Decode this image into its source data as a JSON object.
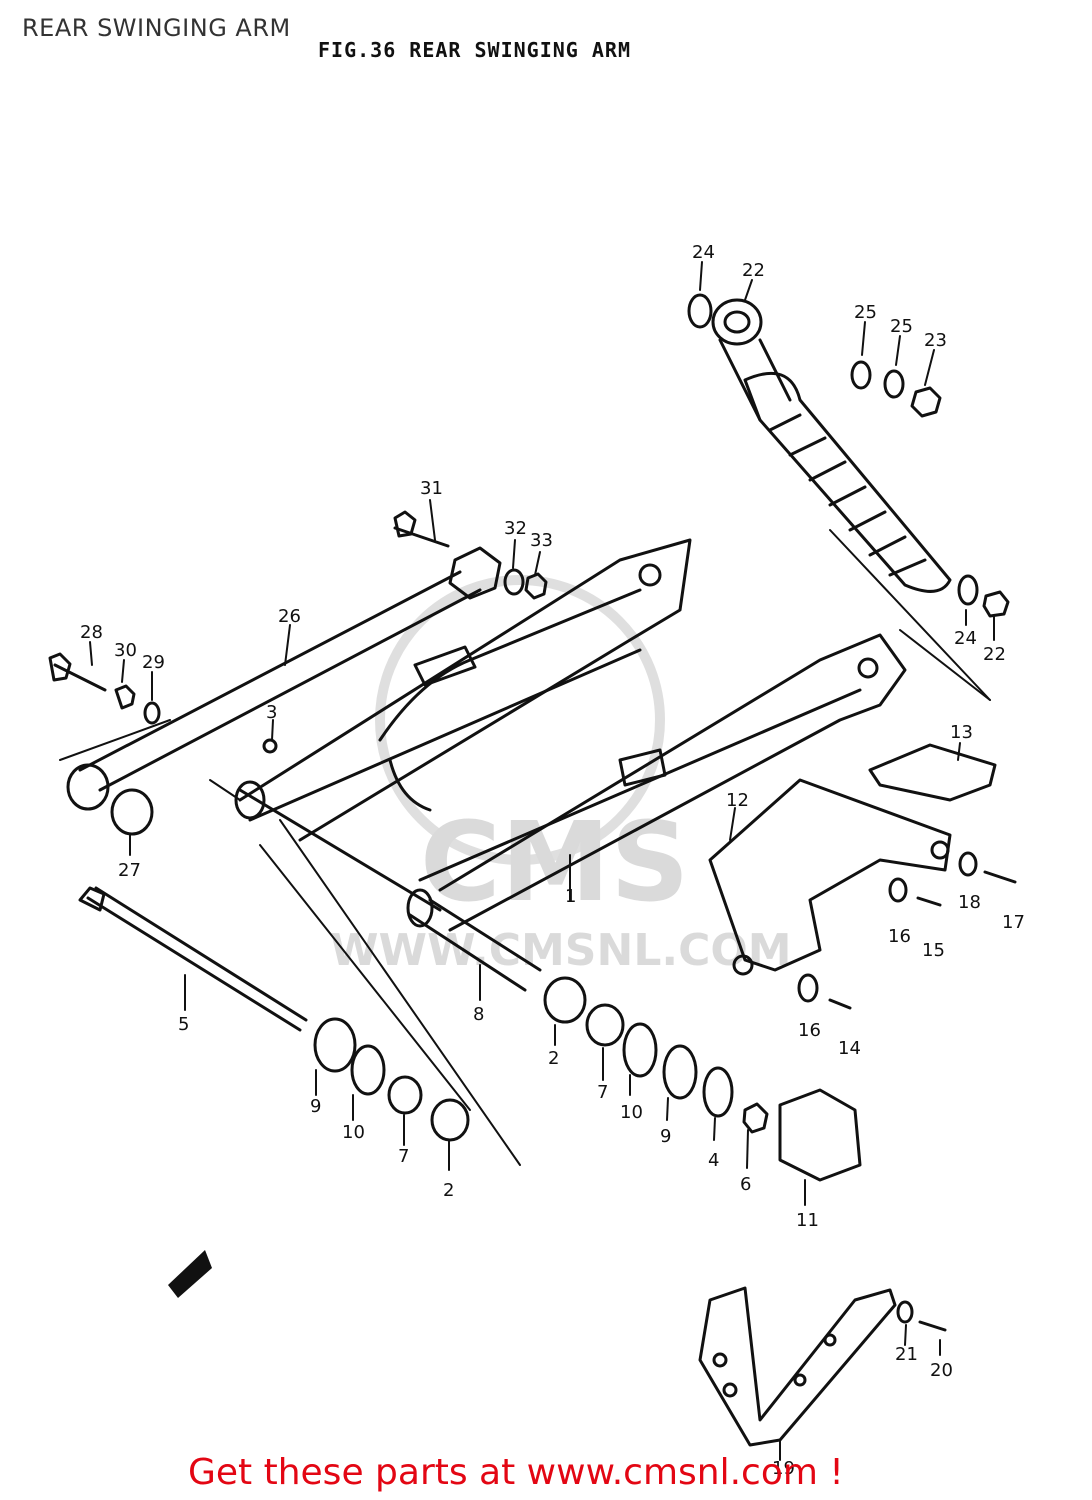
{
  "header": {
    "title": "REAR SWINGING ARM"
  },
  "figure": {
    "title": "FIG.36   REAR SWINGING ARM"
  },
  "watermark": {
    "brand": "CMS",
    "url": "WWW.CMSNL.COM"
  },
  "callouts": {
    "c24a": "24",
    "c22a": "22",
    "c25a": "25",
    "c25b": "25",
    "c23": "23",
    "c31": "31",
    "c32": "32",
    "c33": "33",
    "c28": "28",
    "c30": "30",
    "c29": "29",
    "c26": "26",
    "c3": "3",
    "c27": "27",
    "c24b": "24",
    "c22b": "22",
    "c13": "13",
    "c12": "12",
    "c1": "1",
    "c18": "18",
    "c17": "17",
    "c16a": "16",
    "c15": "15",
    "c16b": "16",
    "c14": "14",
    "c5": "5",
    "c8": "8",
    "c2a": "2",
    "c7a": "7",
    "c10a": "10",
    "c9a": "9",
    "c4": "4",
    "c6": "6",
    "c9b": "9",
    "c10b": "10",
    "c7b": "7",
    "c2b": "2",
    "c11": "11",
    "c21": "21",
    "c20": "20",
    "c19": "19"
  },
  "footer": {
    "text": "Get these parts at www.cmsnl.com !"
  },
  "colors": {
    "footer": "#e30613",
    "line": "#111111",
    "watermark": "#d7d7d7"
  }
}
